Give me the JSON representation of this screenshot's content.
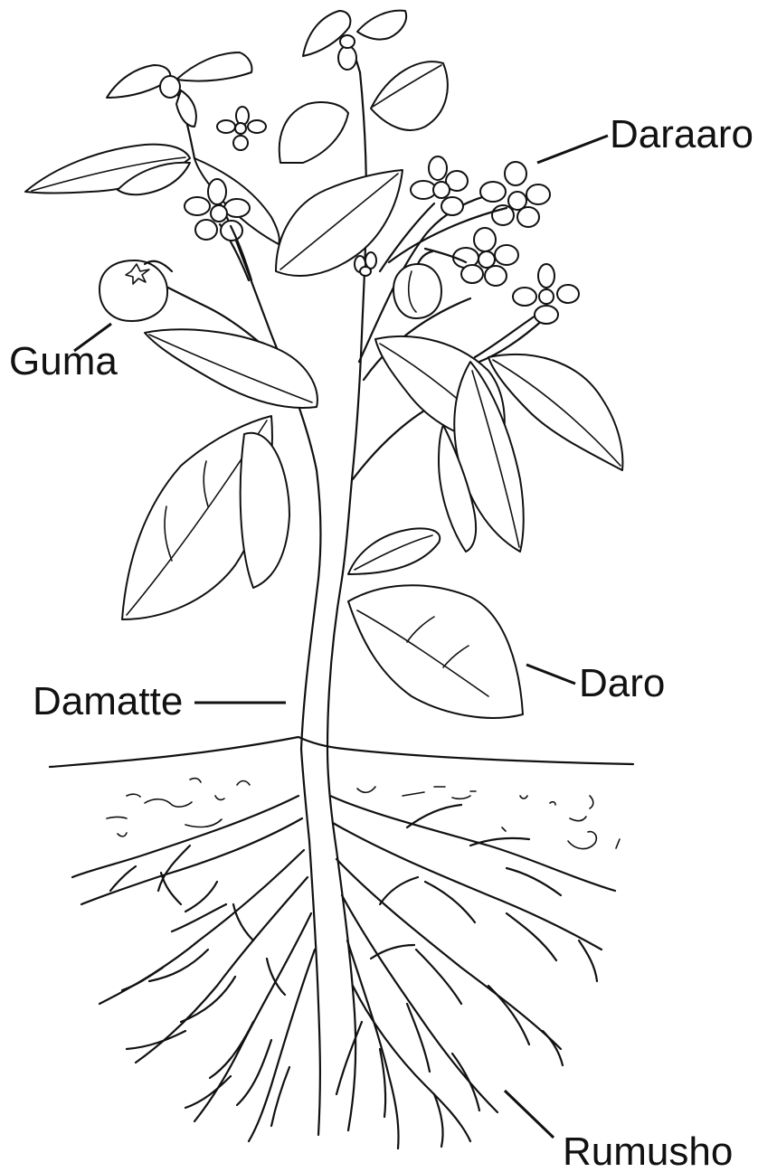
{
  "labels": {
    "flower": "Daraaro",
    "fruit": "Guma",
    "stem": "Damatte",
    "leaf": "Daro",
    "root": "Rumusho"
  }
}
